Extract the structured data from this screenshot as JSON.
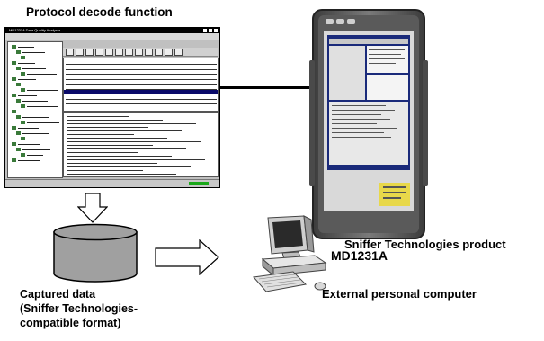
{
  "title": "Protocol decode function",
  "analyzer_window": {
    "title_text": "MD1231A Data Quality Analyzer"
  },
  "device": {
    "model": "MD1231A"
  },
  "captured_data": {
    "line1": "Captured data",
    "line2": "(Sniffer Technologies-",
    "line3": "compatible format)"
  },
  "computer": {
    "product_label": "Sniffer Technologies product",
    "pc_label": "External personal computer"
  },
  "colors": {
    "cylinder_fill": "#a0a0a0",
    "device_body": "#6a6a6a",
    "screen_blue": "#1a2a7a"
  }
}
